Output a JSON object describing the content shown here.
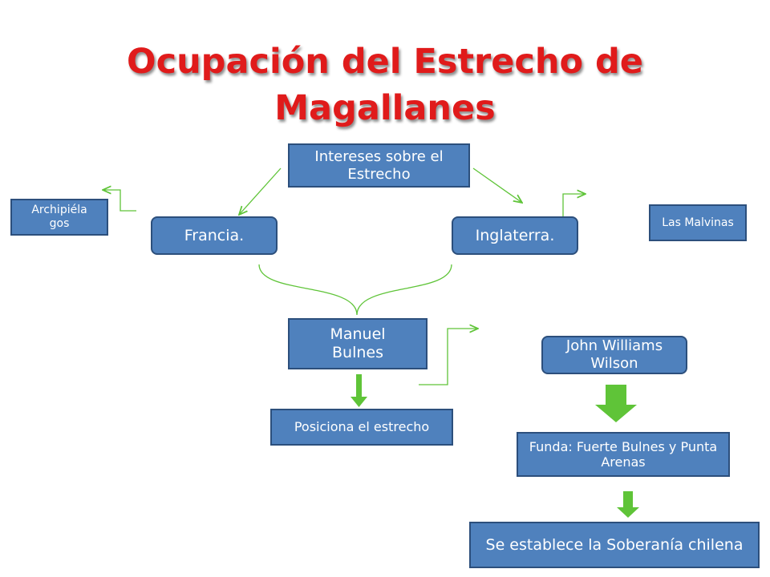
{
  "title": "Ocupación del Estrecho de Magallanes",
  "nodes": {
    "intereses": "Intereses sobre el Estrecho",
    "francia": "Francia.",
    "inglaterra": "Inglaterra.",
    "archipielagos": "Archipiéla gos",
    "malvinas": "Las Malvinas",
    "bulnes": "Manuel Bulnes",
    "posiciona": "Posiciona el estrecho",
    "wilson": "John Williams Wilson",
    "funda": "Funda: Fuerte Bulnes y Punta Arenas",
    "soberania": "Se establece la Soberanía chilena"
  },
  "colors": {
    "title": "#e01b1b",
    "box_fill": "#4f81bd",
    "box_border": "#2c4f7c",
    "arrow_green": "#5fc438"
  }
}
